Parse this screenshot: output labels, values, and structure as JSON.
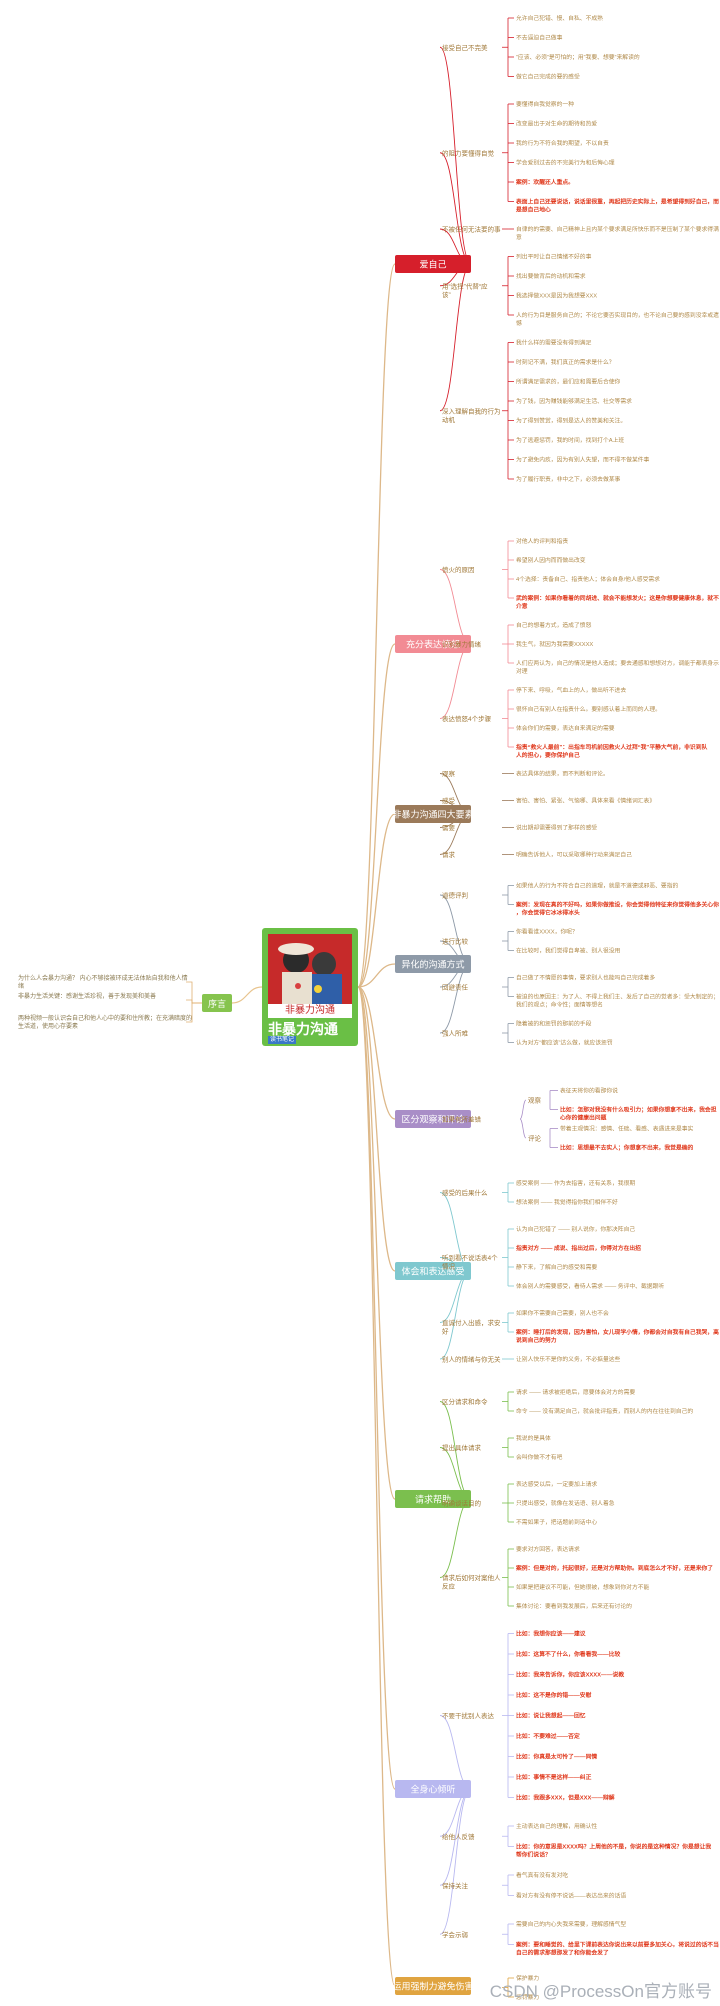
{
  "watermark": "CSDN @ProcessOn官方账号",
  "center": {
    "title": "非暴力沟通",
    "badge": "读书笔记",
    "cover_title": "非暴力沟通"
  },
  "colors": {
    "c0": "#d61f2b",
    "c1": "#f28b94",
    "c2": "#9b7a5a",
    "c3": "#8e9aa8",
    "c4": "#a98ec7",
    "c5": "#7fc8cf",
    "c6": "#7bbf4e",
    "c7": "#b8b8f0",
    "c8": "#e0a440",
    "center": "#6abf45",
    "preface": "#86c44e"
  },
  "preface": {
    "label": "序言",
    "items": [
      "为什么人会暴力沟通？ 内心不够接被环成无法体贴自我和他人情绪",
      "非暴力生活关键：感谢生活珍视，善于发现美和美善",
      "两种视频一般认识会自己和他人心中的要和住所教；在充满暗度的生活道，使用心存要素"
    ]
  },
  "branches": [
    {
      "label": "爱自己",
      "groups": [
        {
          "label": "接受自己不完美",
          "items": [
            "允许自己犯错、慢、自私、不成熟",
            "不去逼迫自己做事",
            "“应该、必须”是可怕的；用“我要、想要”来解读的",
            "做它自己完成的要的感受"
          ]
        },
        {
          "label": "的阻力要懂得自觉",
          "items": [
            "要懂得自我觉察的一种",
            "改变最出于对生命的期待和热爱",
            "我的行为不符合我的期望，不以自责",
            "学会爱别过去的不完美行为和后悔心理",
            "案例：欢醒还人重点。",
            "表面上自己还要说话，说话里很重，再起把历史实际上，是希望得到好自己，而是想自己地心"
          ]
        },
        {
          "label": "不被任何无法要的事",
          "items": [
            "自律的的需要、自己精神上且内某个要求满足所快乐而不是压制了某个要求得满意"
          ]
        },
        {
          "label": "用“选择”代替“应该”",
          "items": [
            "列出平时让自己情绪不好的事",
            "找出要做背后的动机和需求",
            "我选择做XXX是因为我想要XXX",
            "人的行为目是服务自己的；不论它要否实现目的，也不论自己要的感到没幸或遗憾"
          ]
        },
        {
          "label": "深入理解自我的行为动机",
          "items": [
            "我什么样的需要没有得到满足",
            "时刻记不满，我们真正的需求是什么？",
            "所谓满足需求的，最们应和需要后合使你",
            "为了钱，因为赚钱能够满足生活、社交等需求",
            "为了得到赞赏，得到是达人的赞美和关注。",
            "为了逃避惩罚，我的时间，找到打个A上班",
            "为了避免内疚，因为有别人失望，而不得不做某件事",
            "为了履行职责，非中之下，必须去做某事"
          ]
        }
      ]
    },
    {
      "label": "充分表达愤怒",
      "groups": [
        {
          "label": "愤火的原因",
          "items": [
            "对他人的评判和指责",
            "希望别人因内而而做出改变",
            "4个选择：责备自己、指责他人；体会自身/他人感受需求",
            "武的案例：如果你看着的同胡进、就会不能想发火；这是你想要健康休息，就不介意"
          ]
        },
        {
          "label": "识别暴力情绪",
          "items": [
            "自己的想着方式，造成了愤怒",
            "我生气，就因为我需要XXXXX",
            "人们应两认为，自己的情况是他人造成；要去通感和想想对方，调能于都表身示对理"
          ]
        },
        {
          "label": "表达愤怒4个步骤",
          "items": [
            "停下来、呼吸，气血上的人，做出听不进去",
            "很怀自己有别人在指责什么。要别感认着上而同的人理。",
            "体会你们的需要，表达自来满足的需要",
            "指责“救火人最前”：出指车司机前因救火人过拜“我”平静大气前，非识到队人的担心，要你保护自己"
          ]
        }
      ]
    },
    {
      "label": "非暴力沟通四大要素",
      "groups": [
        {
          "label": "观察",
          "items": [
            "表达具体的结果，而不判断和评论。"
          ]
        },
        {
          "label": "感受",
          "items": [
            "害怕、害怕、紧张、气恼哪、具体来看《情绪词汇表》"
          ]
        },
        {
          "label": "需要",
          "items": [
            "说出期却需要得到了那样的感受"
          ]
        },
        {
          "label": "请求",
          "items": [
            "明确告诉他人，可以采取哪种行动来满足自己"
          ]
        }
      ]
    },
    {
      "label": "异化的沟通方式",
      "groups": [
        {
          "label": "道德评判",
          "items": [
            "如果他人的行为不符合自己的道理，就是不道德或邪恶、要指的",
            "案例：发现在真的不好吗，如果你做推设，你会觉得他特征来你觉得他多关心你，你会觉得它冰冰得冰头"
          ]
        },
        {
          "label": "进行比较",
          "items": [
            "你看看谁XXXX，你呢？",
            "在比较时，我们觉得自卑被、别人很没用"
          ]
        },
        {
          "label": "回避责任",
          "items": [
            "自己做了不情愿的事情，要求别人也能吗自己完成着多",
            "被迫的也原因主：为了人、不得上我们主、发后了自己的觉者多：受大制定的；我们的观点；命令性；面情等想名"
          ]
        },
        {
          "label": "强人所难",
          "items": [
            "隐着被的和惩罚的那前的手段",
            "认为对方“都应该”达么做，就应该惩罚"
          ]
        }
      ]
    },
    {
      "label": "区分观察和评论",
      "groups": [
        {
          "label": "如果有所差错",
          "subs": [
            {
              "label": "观察",
              "items": [
                "表征天将你的看那你说",
                "比如：怎那对我没有什么吸引力；如果你想拿不出来，我会担心你的健康出问题"
              ]
            },
            {
              "label": "评论",
              "items": [
                "带着主观情况：感情、任础、看感、表遇进来是事实",
                "比如：思想最不去实人；你想拿不出来，我觉是确的"
              ]
            }
          ]
        }
      ]
    },
    {
      "label": "体会和表达感受",
      "groups": [
        {
          "label": "感受的后果什么",
          "items": [
            "感受案例 —— 作为去指害，还有关系，我很期",
            "想法案例 —— 我觉得指你我们相伴不好"
          ]
        },
        {
          "label": "听到看不说话表4个情况",
          "items": [
            "认为自己犯错了 —— 别人说你，你那决阵自己",
            "指责对方 —— 成说、指出过后，你得对方在出招",
            "静下来，了解自己的感受和需要",
            "体会别人的需要感受，看待人需求 —— 务评中、截据跟听"
          ]
        },
        {
          "label": "直诚付入出感，求安好",
          "items": [
            "如果你不需要自己需要，别人也不会",
            "案例：睡打后的发现，因为害怕，女儿现学小情，你都会对自我有自己我哭，高说到自己的努力"
          ]
        },
        {
          "label": "别人的情绪与你无关",
          "items": [
            "让别人快乐不是你的义务，不必掂量这些"
          ]
        }
      ]
    },
    {
      "label": "请求帮助",
      "groups": [
        {
          "label": "区分请求和命令",
          "items": [
            "请求 —— 请求被拒绝后，愿要体会对方的需要",
            "命令 —— 没有满足自己，就会批评指责，而别人的内在往往到自己的"
          ]
        },
        {
          "label": "提出具体请求",
          "items": [
            "我说的是具体",
            "会叫你做不才有吧"
          ]
        },
        {
          "label": "明确谈话目的",
          "items": [
            "表达感受以后，一定要加上请求",
            "只提出感受，就像在发话语、别人着急",
            "不需如果子，把话题前到话中心"
          ]
        },
        {
          "label": "请求后如何对案他人反应",
          "items": [
            "要求对方回答，表达请求",
            "案例：但是对的，托起很好，还是对方帮助你。到底怎么才不好，还是来你了",
            "如果是把建议不可能，但她很被，想象到你对方不能",
            "集体讨论：要看到我发展后，后来还有讨论的"
          ]
        }
      ]
    },
    {
      "label": "全身心倾听",
      "groups": [
        {
          "label": "不要干扰别人表达",
          "items": [
            "比如：我想你应该——建议",
            "比如：这算不了什么，你看看我——比较",
            "比如：我来告诉你，你应该XXXX——说教",
            "比如：这不是你的错——安慰",
            "比如：说让我想起——回忆",
            "比如：不要难过——否定",
            "比如：你真是太可怜了——同情",
            "比如：事情不是这样——纠正",
            "比如：我跟多XXX，但是XXX——辩解"
          ]
        },
        {
          "label": "给他人反馈",
          "items": [
            "主动表达自己的理解，用确认性",
            "比如：你的意思是XXXX吗？上周他的不是，你说的是这种情况？你是想让我帮你们说话？"
          ]
        },
        {
          "label": "保持关注",
          "items": [
            "看气真有没有发对吃",
            "看对方有没有停不说话——表达出来的话语"
          ]
        },
        {
          "label": "学会示弱",
          "items": [
            "需要自己的内心失我来需要，理解感情气型",
            "案例：要和睡觉的、给里下课前表达你说出来以前要多加关心，将说过的话不当自己的需求那想那发了和你能会发了"
          ]
        }
      ]
    },
    {
      "label": "运用强制力避免伤害",
      "groups": [
        {
          "label": "",
          "items": [
            "保护暴力",
            "惩罚暴力"
          ]
        }
      ]
    }
  ]
}
